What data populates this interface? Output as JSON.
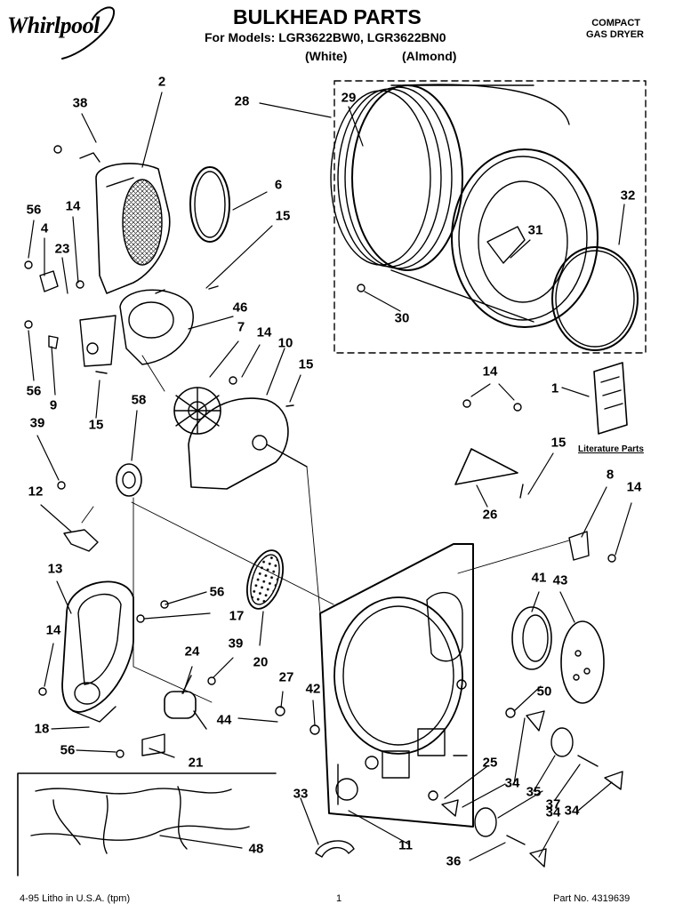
{
  "header": {
    "brand": "Whirlpool",
    "title": "BULKHEAD PARTS",
    "models_line": "For Models: LGR3622BW0, LGR3622BN0",
    "variant_white": "(White)",
    "variant_almond": "(Almond)",
    "product_type_line1": "COMPACT",
    "product_type_line2": "GAS DRYER"
  },
  "footer": {
    "date_printed": "4-95  Litho in U.S.A. (tpm)",
    "page_number": "1",
    "part_number": "Part No. 4319639"
  },
  "literature_label": "Literature Parts",
  "callouts": [
    "2",
    "38",
    "28",
    "29",
    "6",
    "32",
    "56",
    "14",
    "4",
    "23",
    "15",
    "31",
    "30",
    "46",
    "7",
    "14",
    "10",
    "15",
    "56",
    "9",
    "15",
    "58",
    "39",
    "14",
    "1",
    "15",
    "12",
    "26",
    "8",
    "14",
    "13",
    "56",
    "17",
    "41",
    "43",
    "14",
    "39",
    "24",
    "20",
    "27",
    "42",
    "50",
    "44",
    "18",
    "25",
    "56",
    "21",
    "34",
    "35",
    "37",
    "33",
    "34",
    "11",
    "48",
    "36",
    "34"
  ],
  "colors": {
    "ink": "#000000",
    "paper": "#ffffff"
  }
}
